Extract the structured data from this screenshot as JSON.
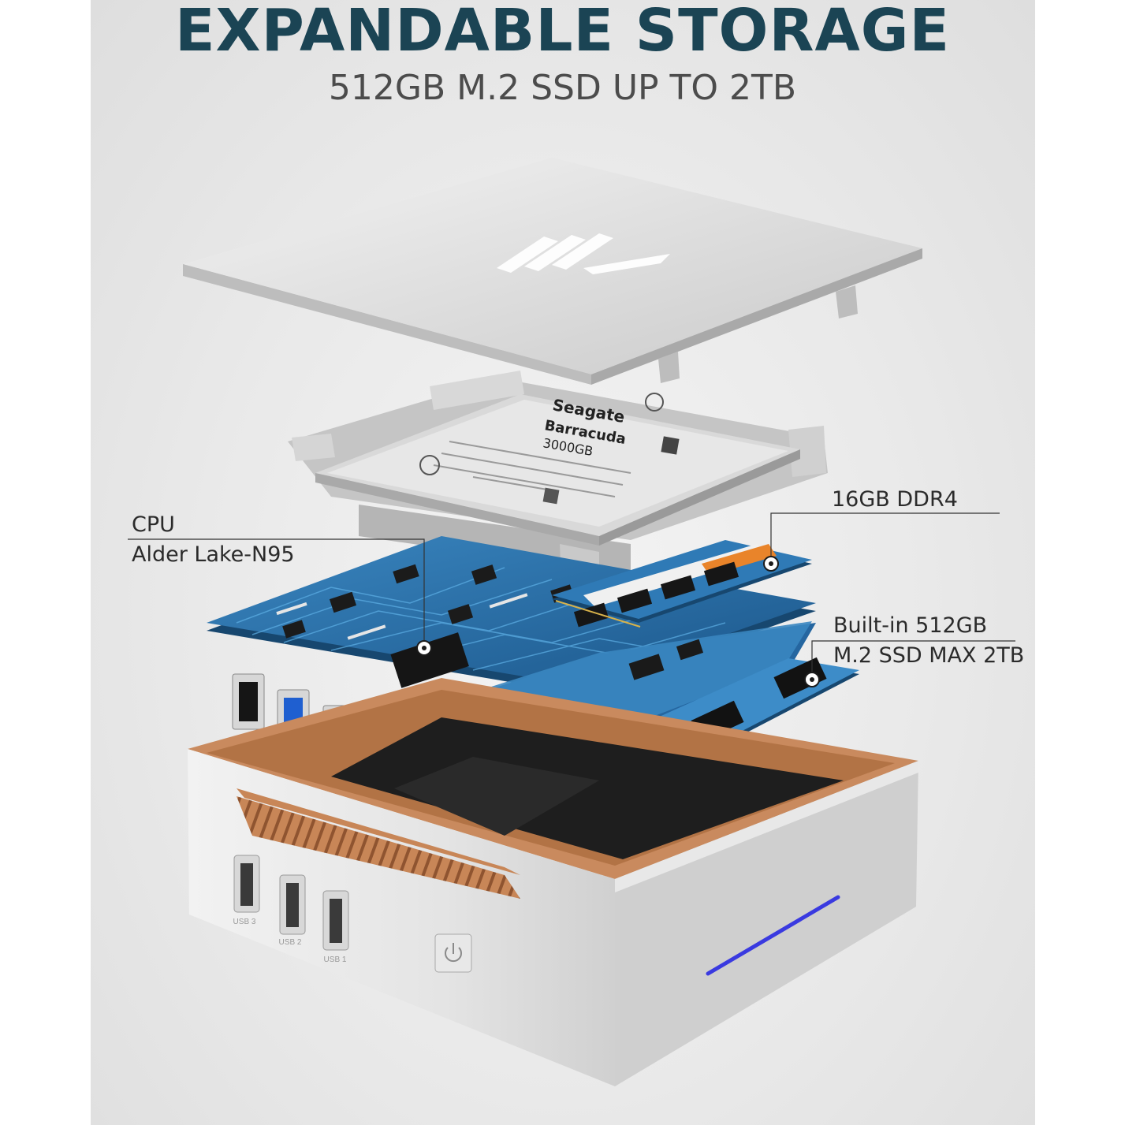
{
  "header": {
    "title": "EXPANDABLE STORAGE",
    "subtitle": "512GB M.2 SSD UP TO 2TB"
  },
  "callouts": {
    "cpu_title": "CPU",
    "cpu_model": "Alder Lake-N95",
    "ram": "16GB DDR4",
    "ssd_line1": "Built-in 512GB",
    "ssd_line2": "M.2 SSD MAX 2TB"
  },
  "device": {
    "port_labels": [
      "USB 3",
      "USB 2",
      "USB 1"
    ],
    "hdd_brand": "Seagate",
    "hdd_model": "Barracuda",
    "hdd_capacity": "3000GB",
    "power_icon": "power-icon"
  },
  "colors": {
    "title": "#1b4454",
    "subtitle": "#4c4c4c",
    "board": "#2a6fa8",
    "copper": "#c98a5e",
    "led": "#3a3ae0"
  }
}
